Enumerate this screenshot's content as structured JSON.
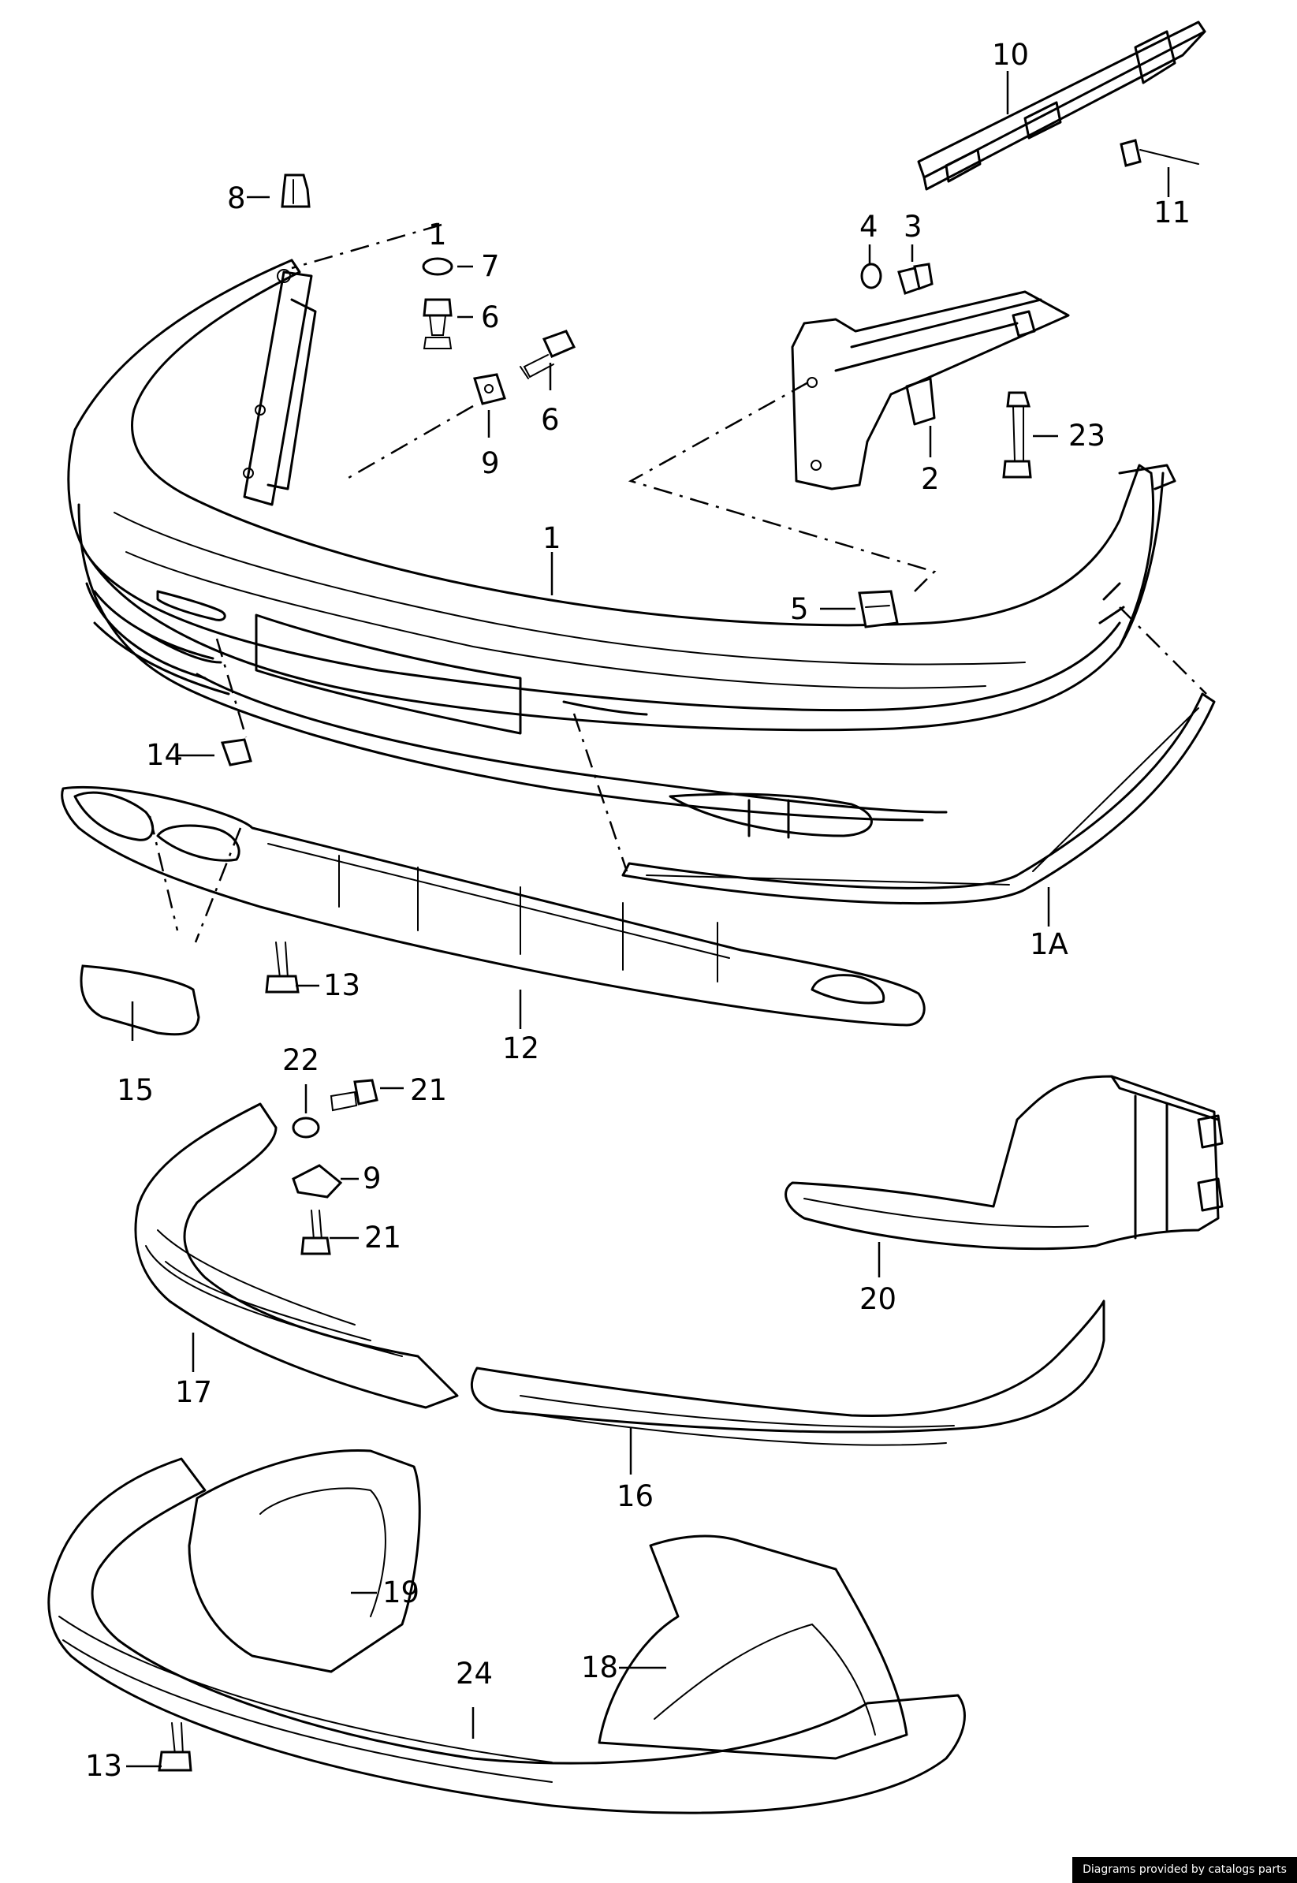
{
  "callouts": [
    {
      "id": "c1-top",
      "text": "1"
    },
    {
      "id": "c7",
      "text": "7"
    },
    {
      "id": "c6-a",
      "text": "6"
    },
    {
      "id": "c6-b",
      "text": "6"
    },
    {
      "id": "c8",
      "text": "8"
    },
    {
      "id": "c9-a",
      "text": "9"
    },
    {
      "id": "c10",
      "text": "10"
    },
    {
      "id": "c11",
      "text": "11"
    },
    {
      "id": "c4",
      "text": "4"
    },
    {
      "id": "c3",
      "text": "3"
    },
    {
      "id": "c2",
      "text": "2"
    },
    {
      "id": "c23",
      "text": "23"
    },
    {
      "id": "c1-mid",
      "text": "1"
    },
    {
      "id": "c5",
      "text": "5"
    },
    {
      "id": "c14",
      "text": "14"
    },
    {
      "id": "c1a",
      "text": "1A"
    },
    {
      "id": "c13-a",
      "text": "13"
    },
    {
      "id": "c12",
      "text": "12"
    },
    {
      "id": "c15",
      "text": "15"
    },
    {
      "id": "c22",
      "text": "22"
    },
    {
      "id": "c21-a",
      "text": "21"
    },
    {
      "id": "c9-b",
      "text": "9"
    },
    {
      "id": "c21-b",
      "text": "21"
    },
    {
      "id": "c20",
      "text": "20"
    },
    {
      "id": "c17",
      "text": "17"
    },
    {
      "id": "c16",
      "text": "16"
    },
    {
      "id": "c19",
      "text": "19"
    },
    {
      "id": "c24",
      "text": "24"
    },
    {
      "id": "c18",
      "text": "18"
    },
    {
      "id": "c13-b",
      "text": "13"
    }
  ],
  "credit": "Diagrams provided by catalogs parts"
}
